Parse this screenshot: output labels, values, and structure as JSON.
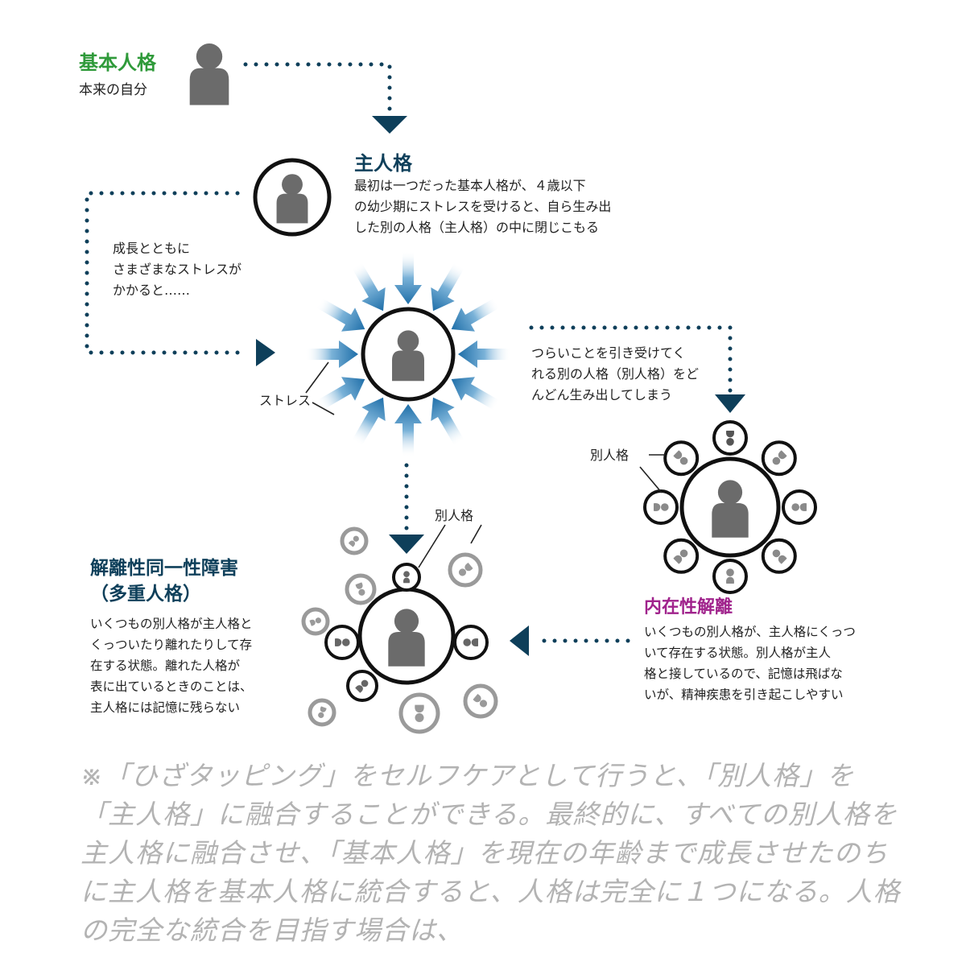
{
  "base": {
    "title": "基本人格",
    "subtitle": "本来の自分"
  },
  "main": {
    "title": "主人格",
    "desc": "最初は一つだった基本人格が、４歳以下\nの幼少期にストレスを受けると、自ら生み出\nした別の人格（主人格）の中に閉じこもる"
  },
  "growth": {
    "text": "成長とともに\nさまざまなストレスが\nかかると……"
  },
  "stress": {
    "label": "ストレス"
  },
  "spawn": {
    "text": "つらいことを引き受けてく\nれる別の人格（別人格）をど\nんどん生み出してしまう"
  },
  "alt_label_right": "別人格",
  "alt_label_left": "別人格",
  "did": {
    "title1": "解離性同一性障害",
    "title2": "（多重人格）",
    "desc": "いくつもの別人格が主人格と\nくっついたり離れたりして存\n在する状態。離れた人格が\n表に出ているときのことは、\n主人格には記憶に残らない"
  },
  "inner": {
    "title": "内在性解離",
    "desc": "いくつもの別人格が、主人格にくっつ\nいて存在する状態。別人格が主人\n格と接しているので、記憶は飛ばな\nいが、精神疾患を引き起こしやすい"
  },
  "footnote": "※「ひざタッピング」をセルフケアとして行うと、「別人格」を「主人格」に融合することができる。最終的に、すべての別人格を主人格に融合させ、「基本人格」を現在の年齢まで成長させたのちに主人格を基本人格に統合すると、人格は完全に１つになる。人格の完全な統合を目指す場合は、",
  "colors": {
    "navy": "#0e3f5a",
    "green": "#2f9a3a",
    "purple": "#a0238c",
    "figure": "#6b6b6b",
    "light_figure": "#9a9a9a",
    "arrow_blue": "#1e6ea8",
    "footnote": "#b3b3b3"
  }
}
